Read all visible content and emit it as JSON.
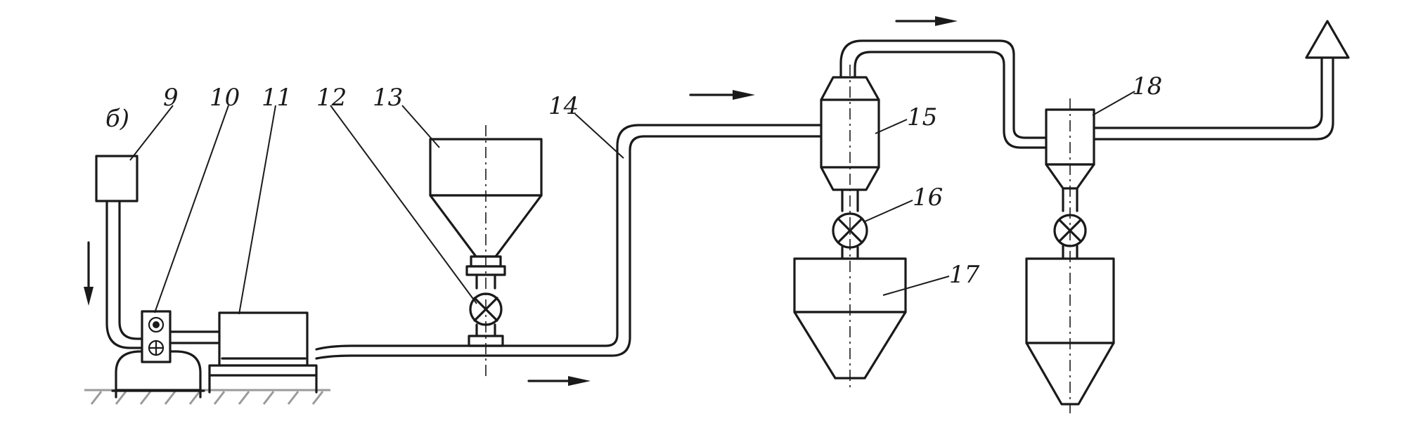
{
  "figure": {
    "variant_label": "б)",
    "labels": {
      "n9": "9",
      "n10": "10",
      "n11": "11",
      "n12": "12",
      "n13": "13",
      "n14": "14",
      "n15": "15",
      "n16": "16",
      "n17": "17",
      "n18": "18"
    }
  }
}
